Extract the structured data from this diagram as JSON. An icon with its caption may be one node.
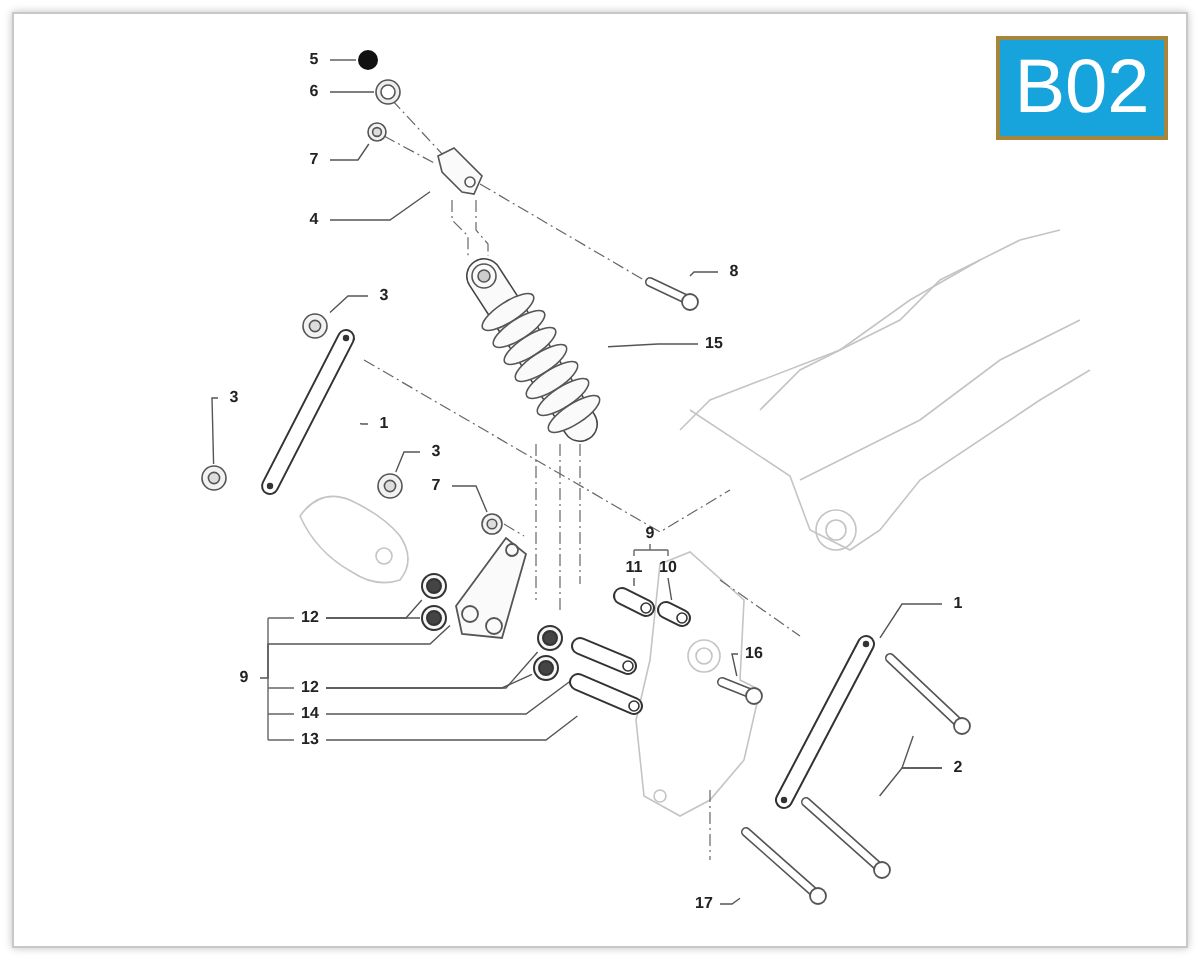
{
  "diagram": {
    "nodes": [
      {
        "text": [
          "B02"
        ]
      },
      {
        "text": [
          "5"
        ]
      },
      {
        "text": [],
        "shape": "circle"
      },
      {
        "text": [
          "6"
        ]
      },
      {
        "text": [],
        "shape": "picture"
      },
      {
        "text": [
          "7"
        ]
      },
      {
        "text": [],
        "shape": "picture"
      },
      {
        "text": [
          "4"
        ]
      },
      {
        "text": [],
        "shape": "picture"
      },
      {
        "text": [
          "8"
        ]
      },
      {
        "text": [],
        "shape": "picture"
      },
      {
        "text": [
          "3"
        ]
      },
      {
        "text": [],
        "shape": "picture"
      },
      {
        "text": [
          "15"
        ]
      },
      {
        "text": [],
        "shape": "picture"
      },
      {
        "text": [
          "1"
        ]
      },
      {
        "text": [],
        "shape": "picture"
      },
      {
        "text": [
          "3"
        ]
      },
      {
        "text": [],
        "shape": "picture"
      },
      {
        "text": [
          "3"
        ]
      },
      {
        "text": [],
        "shape": "picture"
      },
      {
        "text": [
          "7"
        ]
      },
      {
        "text": [],
        "shape": "picture"
      },
      {
        "text": [
          "9"
        ]
      },
      {
        "text": [
          "11"
        ]
      },
      {
        "text": [],
        "shape": "picture"
      },
      {
        "text": [
          "10"
        ]
      },
      {
        "text": [],
        "shape": "picture"
      },
      {
        "text": [
          "12"
        ]
      },
      {
        "text": [],
        "shape": "picture"
      },
      {
        "text": [],
        "shape": "picture"
      },
      {
        "text": [
          "9"
        ]
      },
      {
        "text": [],
        "shape": "picture"
      },
      {
        "text": [
          "12"
        ]
      },
      {
        "text": [],
        "shape": "picture"
      },
      {
        "text": [],
        "shape": "picture"
      },
      {
        "text": [
          "14"
        ]
      },
      {
        "text": [],
        "shape": "picture"
      },
      {
        "text": [
          "13"
        ]
      },
      {
        "text": [],
        "shape": "picture"
      },
      {
        "text": [
          "16"
        ]
      },
      {
        "text": [],
        "shape": "picture"
      },
      {
        "text": [
          "1"
        ]
      },
      {
        "text": [],
        "shape": "picture"
      },
      {
        "text": [
          "2"
        ]
      },
      {
        "text": [],
        "shape": "picture"
      },
      {
        "text": [],
        "shape": "picture"
      },
      {
        "text": [
          "17"
        ]
      },
      {
        "text": [],
        "shape": "picture"
      }
    ],
    "edges": [
      {
        "from": 1,
        "to": 2,
        "arrow": "none"
      },
      {
        "from": 3,
        "to": 4,
        "arrow": "none"
      },
      {
        "from": 5,
        "to": 6,
        "arrow": "none"
      },
      {
        "from": 7,
        "to": 8,
        "arrow": "none"
      },
      {
        "from": 9,
        "to": 10,
        "arrow": "none"
      },
      {
        "from": 11,
        "to": 12,
        "arrow": "none"
      },
      {
        "from": 13,
        "to": 14,
        "arrow": "none"
      },
      {
        "from": 15,
        "to": 16,
        "arrow": "none"
      },
      {
        "from": 17,
        "to": 18,
        "arrow": "none"
      },
      {
        "from": 19,
        "to": 20,
        "arrow": "none"
      },
      {
        "from": 21,
        "to": 22,
        "arrow": "none"
      },
      {
        "from": 24,
        "to": 25,
        "arrow": "none"
      },
      {
        "from": 26,
        "to": 27,
        "arrow": "none"
      },
      {
        "from": 28,
        "to": 29,
        "arrow": "none"
      },
      {
        "from": 28,
        "to": 30,
        "arrow": "none"
      },
      {
        "from": 31,
        "to": 32,
        "arrow": "none"
      },
      {
        "from": 33,
        "to": 34,
        "arrow": "none"
      },
      {
        "from": 33,
        "to": 35,
        "arrow": "none"
      },
      {
        "from": 36,
        "to": 37,
        "arrow": "none"
      },
      {
        "from": 38,
        "to": 39,
        "arrow": "none"
      },
      {
        "from": 40,
        "to": 41,
        "arrow": "none"
      },
      {
        "from": 42,
        "to": 43,
        "arrow": "none"
      },
      {
        "from": 44,
        "to": 45,
        "arrow": "none"
      },
      {
        "from": 44,
        "to": 46,
        "arrow": "none"
      },
      {
        "from": 47,
        "to": 48,
        "arrow": "none"
      }
    ]
  }
}
